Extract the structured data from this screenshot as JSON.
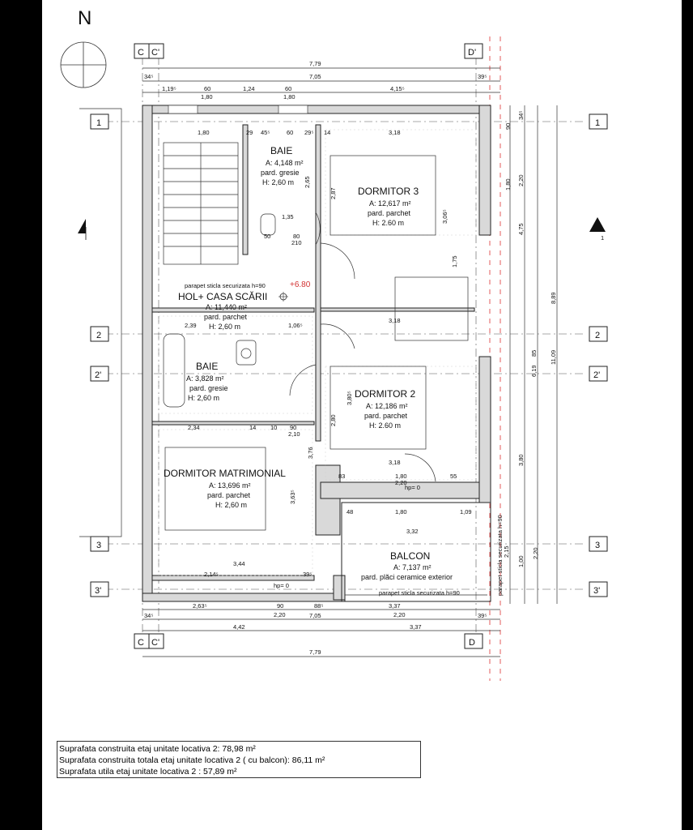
{
  "north_label": "N",
  "axes": {
    "top": [
      "C",
      "C'",
      "D'"
    ],
    "bottom": [
      "C",
      "C'",
      "D"
    ],
    "left": [
      "1",
      "2",
      "2'",
      "3",
      "3'"
    ],
    "right": [
      "1",
      "2",
      "2'",
      "3",
      "3'"
    ]
  },
  "section_marker": "1",
  "elevation": "+6.80",
  "rooms": {
    "baie_top": {
      "name": "BAIE",
      "area": "A: 4,148 m²",
      "floor": "pard. gresie",
      "height": "H: 2,60 m"
    },
    "dormitor3": {
      "name": "DORMITOR 3",
      "area": "A: 12,617 m²",
      "floor": "pard. parchet",
      "height": "H: 2.60 m"
    },
    "hol": {
      "name": "HOL+ CASA SCĂRII",
      "area": "A: 11,440 m²",
      "floor": "pard. parchet",
      "height": "H: 2,60 m"
    },
    "baie_mid": {
      "name": "BAIE",
      "area": "A: 3,828 m²",
      "floor": "pard. gresie",
      "height": "H: 2,60 m"
    },
    "dormitor2": {
      "name": "DORMITOR 2",
      "area": "A: 12,186 m²",
      "floor": "pard. parchet",
      "height": "H: 2.60 m"
    },
    "matrimonial": {
      "name": "DORMITOR MATRIMONIAL",
      "area": "A: 13,696 m²",
      "floor": "pard. parchet",
      "height": "H: 2,60 m"
    },
    "balcon": {
      "name": "BALCON",
      "area": "A: 7,137 m²",
      "floor": "pard. plăci ceramice exterior",
      "note": "parapet sticla securizata h=90"
    }
  },
  "notes": {
    "stair_parapet": "parapet sticla securizata h=90",
    "side_parapet": "parapet sticla securizata h=90",
    "hp": "hp= 0"
  },
  "dimensions": {
    "top_total": "7,79",
    "top_inner": "7,05",
    "top_left": "34⁵",
    "top_right": "39⁵",
    "top_row": [
      "1,19⁵",
      "60",
      "1,24",
      "60",
      "4,15⁵"
    ],
    "top_row2": [
      "1,80",
      "1,80"
    ],
    "bottom_row": [
      "2,63⁵",
      "90",
      "88⁵",
      "3,37"
    ],
    "bottom_row2": [
      "2,20",
      "2,20"
    ],
    "bottom_inner": "7,05",
    "bottom_left": "34⁵",
    "bottom_right": "39⁵",
    "bottom_split": [
      "4,42",
      "3,37"
    ],
    "bottom_total": "7,79",
    "right_vertical": [
      "8,89",
      "11,09",
      "6,19",
      "4,75",
      "3,80",
      "2,20",
      "1,00",
      "2,20",
      "2,15",
      "1,80",
      "85",
      "90",
      "34⁵"
    ],
    "interior": [
      "1,80",
      "29",
      "45⁵",
      "60",
      "29⁵",
      "14",
      "3,18",
      "2,39",
      "1,06⁵",
      "3,18",
      "2,34",
      "14",
      "10",
      "90",
      "2,10",
      "3,18",
      "1,80",
      "2,20",
      "83",
      "55",
      "48",
      "1,80",
      "1,09",
      "3,32",
      "2,14⁵",
      "3,44",
      "39⁵",
      "1,35",
      "50",
      "80",
      "210",
      "2,65",
      "3,63⁵",
      "3,76",
      "2,87",
      "3,06⁵",
      "1,75",
      "3,80⁵",
      "2,80"
    ]
  },
  "summary": [
    "Suprafata construita etaj unitate locativa 2: 78,98 m²",
    "Suprafata construita totala etaj  unitate locativa 2 ( cu balcon): 86,11 m²",
    "Suprafata utila etaj unitate locativa 2 : 57,89 m²"
  ],
  "colors": {
    "wall": "#d9d9d9",
    "line": "#222222",
    "accent_red": "#d33333",
    "frame": "#000000"
  }
}
